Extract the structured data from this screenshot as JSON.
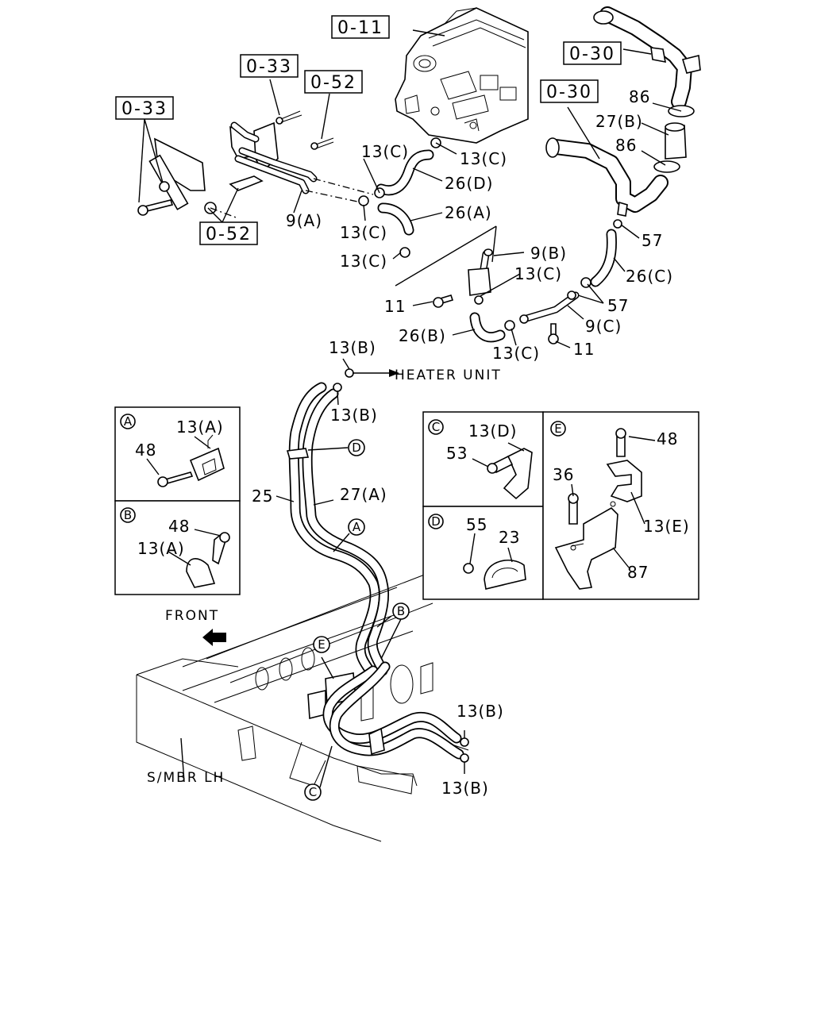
{
  "refs": {
    "r1": "0-11",
    "r2": "0-33",
    "r3": "0-52",
    "r4": "0-33",
    "r5": "0-52",
    "r6": "0-30",
    "r7": "0-30"
  },
  "callouts": {
    "p86a": "86",
    "p27b": "27(B)",
    "p86b": "86",
    "p13c_1": "13(C)",
    "p13c_2": "13(C)",
    "p26d": "26(D)",
    "p26a": "26(A)",
    "p9a": "9(A)",
    "p13c_3": "13(C)",
    "p13c_4": "13(C)",
    "p57a": "57",
    "p9b": "9(B)",
    "p26c": "26(C)",
    "p13c_5": "13(C)",
    "p11a": "11",
    "p57b": "57",
    "p9c": "9(C)",
    "p26b": "26(B)",
    "p13c_6": "13(C)",
    "p11b": "11",
    "p13b_1": "13(B)",
    "p13b_2": "13(B)",
    "p25": "25",
    "p27a": "27(A)",
    "p13b_3": "13(B)",
    "p13b_4": "13(B)"
  },
  "captions": {
    "heater_unit": "HEATER UNIT",
    "front": "FRONT",
    "smbr": "S/MBR LH"
  },
  "markers": {
    "d": "D",
    "a": "A",
    "b": "B",
    "e": "E",
    "c": "C"
  },
  "insets": {
    "A": {
      "letter": "A",
      "p1": "13(A)",
      "p2": "48"
    },
    "B": {
      "letter": "B",
      "p1": "48",
      "p2": "13(A)"
    },
    "C": {
      "letter": "C",
      "p1": "13(D)",
      "p2": "53"
    },
    "D": {
      "letter": "D",
      "p1": "55",
      "p2": "23"
    },
    "E": {
      "letter": "E",
      "p1": "48",
      "p2": "36",
      "p3": "13(E)",
      "p4": "87"
    }
  }
}
